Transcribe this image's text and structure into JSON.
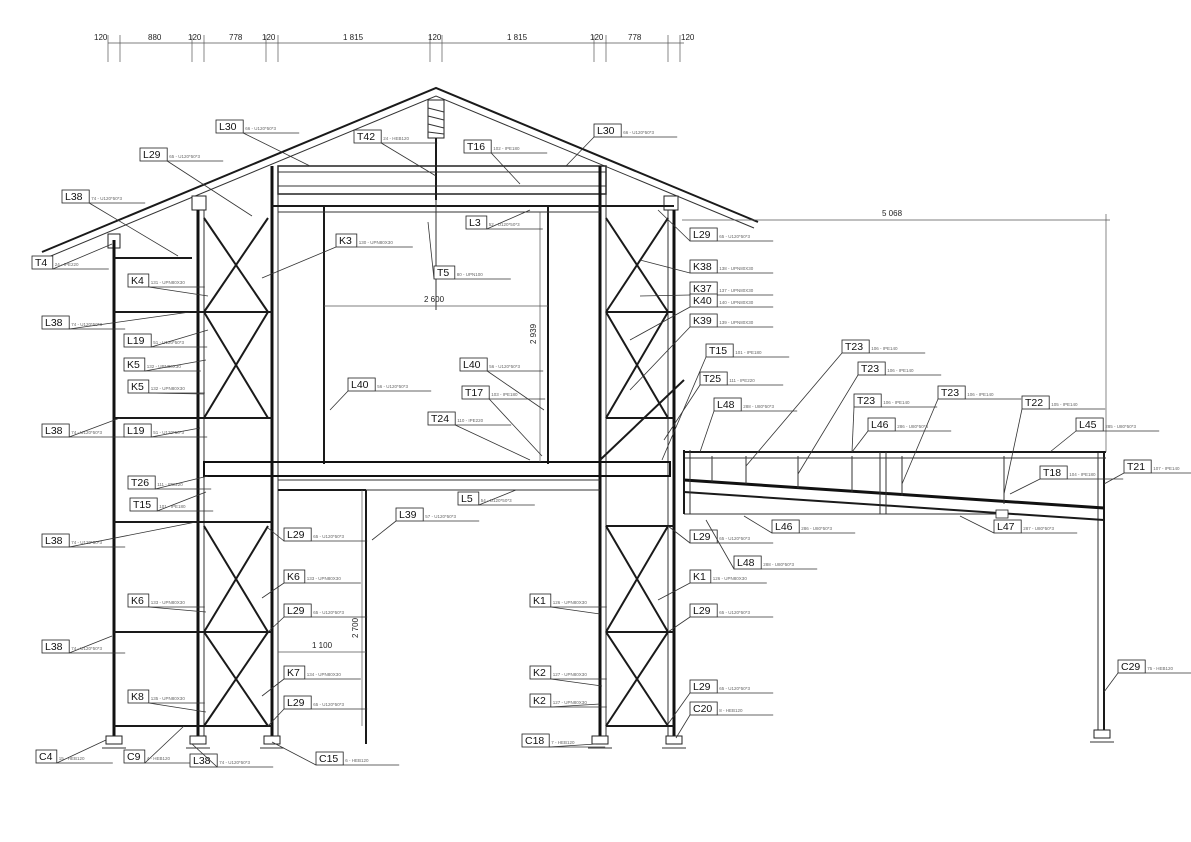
{
  "dimensions_top": [
    "120",
    "880",
    "120",
    "778",
    "120",
    "1 815",
    "120",
    "1 815",
    "120",
    "778",
    "120"
  ],
  "dimensions_inner": {
    "span_main": "2 600",
    "height_upper": "2 939",
    "width_lower": "1 100",
    "height_lower": "2 700",
    "span_canopy": "5 068"
  },
  "labels": [
    {
      "code": "L30",
      "desc": "66 - U120*50*3"
    },
    {
      "code": "L30",
      "desc": "66 - U120*50*3"
    },
    {
      "code": "T42",
      "desc": "24 - HEB120"
    },
    {
      "code": "T16",
      "desc": "102 - IPE180"
    },
    {
      "code": "L29",
      "desc": "65 - U120*50*3"
    },
    {
      "code": "L38",
      "desc": "74 - U120*50*3"
    },
    {
      "code": "L29",
      "desc": "65 - U120*50*3"
    },
    {
      "code": "K3",
      "desc": "130 - UPN80X30"
    },
    {
      "code": "L3",
      "desc": "52 - U120*50*3"
    },
    {
      "code": "T4",
      "desc": "24 - IPE220"
    },
    {
      "code": "T5",
      "desc": "80 - UPN100"
    },
    {
      "code": "K4",
      "desc": "131 - UPN80X30"
    },
    {
      "code": "K38",
      "desc": "138 - UPN80X30"
    },
    {
      "code": "K37",
      "desc": "137 - UPN80X30"
    },
    {
      "code": "L38",
      "desc": "74 - U120*50*3"
    },
    {
      "code": "K40",
      "desc": "140 - UPN80X30"
    },
    {
      "code": "K39",
      "desc": "139 - UPN80X30"
    },
    {
      "code": "L19",
      "desc": "51 - U120*50*3"
    },
    {
      "code": "K5",
      "desc": "132 - UPN80X30"
    },
    {
      "code": "K5",
      "desc": "132 - UPN80X30"
    },
    {
      "code": "L40",
      "desc": "56 - U120*50*3"
    },
    {
      "code": "L40",
      "desc": "56 - U120*50*3"
    },
    {
      "code": "T17",
      "desc": "103 - IPE180"
    },
    {
      "code": "T15",
      "desc": "101 - IPE180"
    },
    {
      "code": "T25",
      "desc": "111 - IPE220"
    },
    {
      "code": "T23",
      "desc": "106 - IPE140"
    },
    {
      "code": "T23",
      "desc": "106 - IPE140"
    },
    {
      "code": "T23",
      "desc": "106 - IPE140"
    },
    {
      "code": "T23",
      "desc": "106 - IPE140"
    },
    {
      "code": "T22",
      "desc": "105 - IPE140"
    },
    {
      "code": "L48",
      "desc": "288 - U80*50*3"
    },
    {
      "code": "L46",
      "desc": "286 - U80*50*3"
    },
    {
      "code": "L45",
      "desc": "285 - U80*50*3"
    },
    {
      "code": "L38",
      "desc": "74 - U120*50*3"
    },
    {
      "code": "L19",
      "desc": "51 - U120*50*3"
    },
    {
      "code": "T24",
      "desc": "110 - IPE220"
    },
    {
      "code": "T18",
      "desc": "104 - IPE180"
    },
    {
      "code": "T21",
      "desc": "107 - IPE140"
    },
    {
      "code": "T26",
      "desc": "111 - IPE220"
    },
    {
      "code": "T15",
      "desc": "101 - IPE180"
    },
    {
      "code": "L5",
      "desc": "54 - U120*50*3"
    },
    {
      "code": "L39",
      "desc": "57 - U120*50*3"
    },
    {
      "code": "L46",
      "desc": "286 - U80*50*3"
    },
    {
      "code": "L47",
      "desc": "287 - U80*50*3"
    },
    {
      "code": "L38",
      "desc": "74 - U120*50*3"
    },
    {
      "code": "L29",
      "desc": "65 - U120*50*3"
    },
    {
      "code": "L29",
      "desc": "65 - U120*50*3"
    },
    {
      "code": "L48",
      "desc": "288 - U80*50*3"
    },
    {
      "code": "K6",
      "desc": "133 - UPN80X30"
    },
    {
      "code": "K6",
      "desc": "133 - UPN80X30"
    },
    {
      "code": "K1",
      "desc": "126 - UPN80X30"
    },
    {
      "code": "L29",
      "desc": "65 - U120*50*3"
    },
    {
      "code": "L29",
      "desc": "65 - U120*50*3"
    },
    {
      "code": "K1",
      "desc": "126 - UPN80X30"
    },
    {
      "code": "L38",
      "desc": "74 - U120*50*3"
    },
    {
      "code": "K7",
      "desc": "134 - UPN80X30"
    },
    {
      "code": "K2",
      "desc": "127 - UPN80X30"
    },
    {
      "code": "C29",
      "desc": "75 - HEB120"
    },
    {
      "code": "K8",
      "desc": "135 - UPN80X30"
    },
    {
      "code": "L29",
      "desc": "65 - U120*50*3"
    },
    {
      "code": "L29",
      "desc": "65 - U120*50*3"
    },
    {
      "code": "K2",
      "desc": "127 - UPN80X30"
    },
    {
      "code": "C20",
      "desc": "8 - HEB120"
    },
    {
      "code": "C18",
      "desc": "7 - HEB120"
    },
    {
      "code": "C4",
      "desc": "15 - HEB120"
    },
    {
      "code": "C9",
      "desc": "4 - HEB120"
    },
    {
      "code": "L38",
      "desc": "74 - U120*50*3"
    },
    {
      "code": "C15",
      "desc": "6 - HEB120"
    }
  ]
}
